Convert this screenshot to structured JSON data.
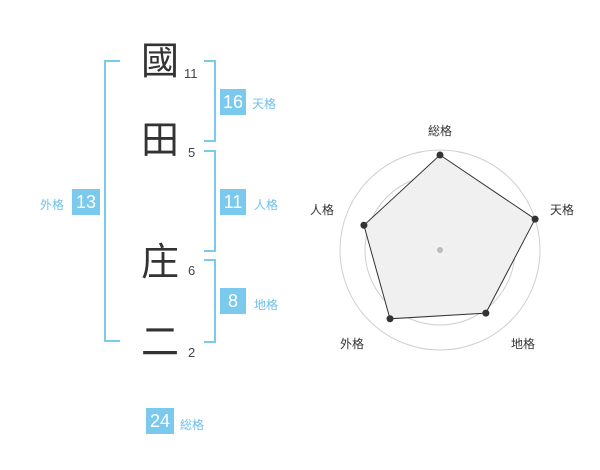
{
  "name": {
    "chars": [
      {
        "char": "國",
        "strokes": "11"
      },
      {
        "char": "田",
        "strokes": "5"
      },
      {
        "char": "庄",
        "strokes": "6"
      },
      {
        "char": "二",
        "strokes": "2"
      }
    ]
  },
  "fortune": {
    "tenkaku": {
      "value": "16",
      "label": "天格"
    },
    "jinkaku": {
      "value": "11",
      "label": "人格"
    },
    "chikaku": {
      "value": "8",
      "label": "地格"
    },
    "gaikaku": {
      "value": "13",
      "label": "外格"
    },
    "soukaku": {
      "value": "24",
      "label": "総格"
    }
  },
  "colors": {
    "accent": "#7cc9ee",
    "label": "#6ec0ea"
  },
  "chart_data": {
    "type": "radar",
    "axes": [
      "総格",
      "天格",
      "地格",
      "外格",
      "人格"
    ],
    "values": [
      0.95,
      1.0,
      0.78,
      0.85,
      0.8
    ],
    "rings": 4,
    "range": [
      0,
      1
    ]
  }
}
